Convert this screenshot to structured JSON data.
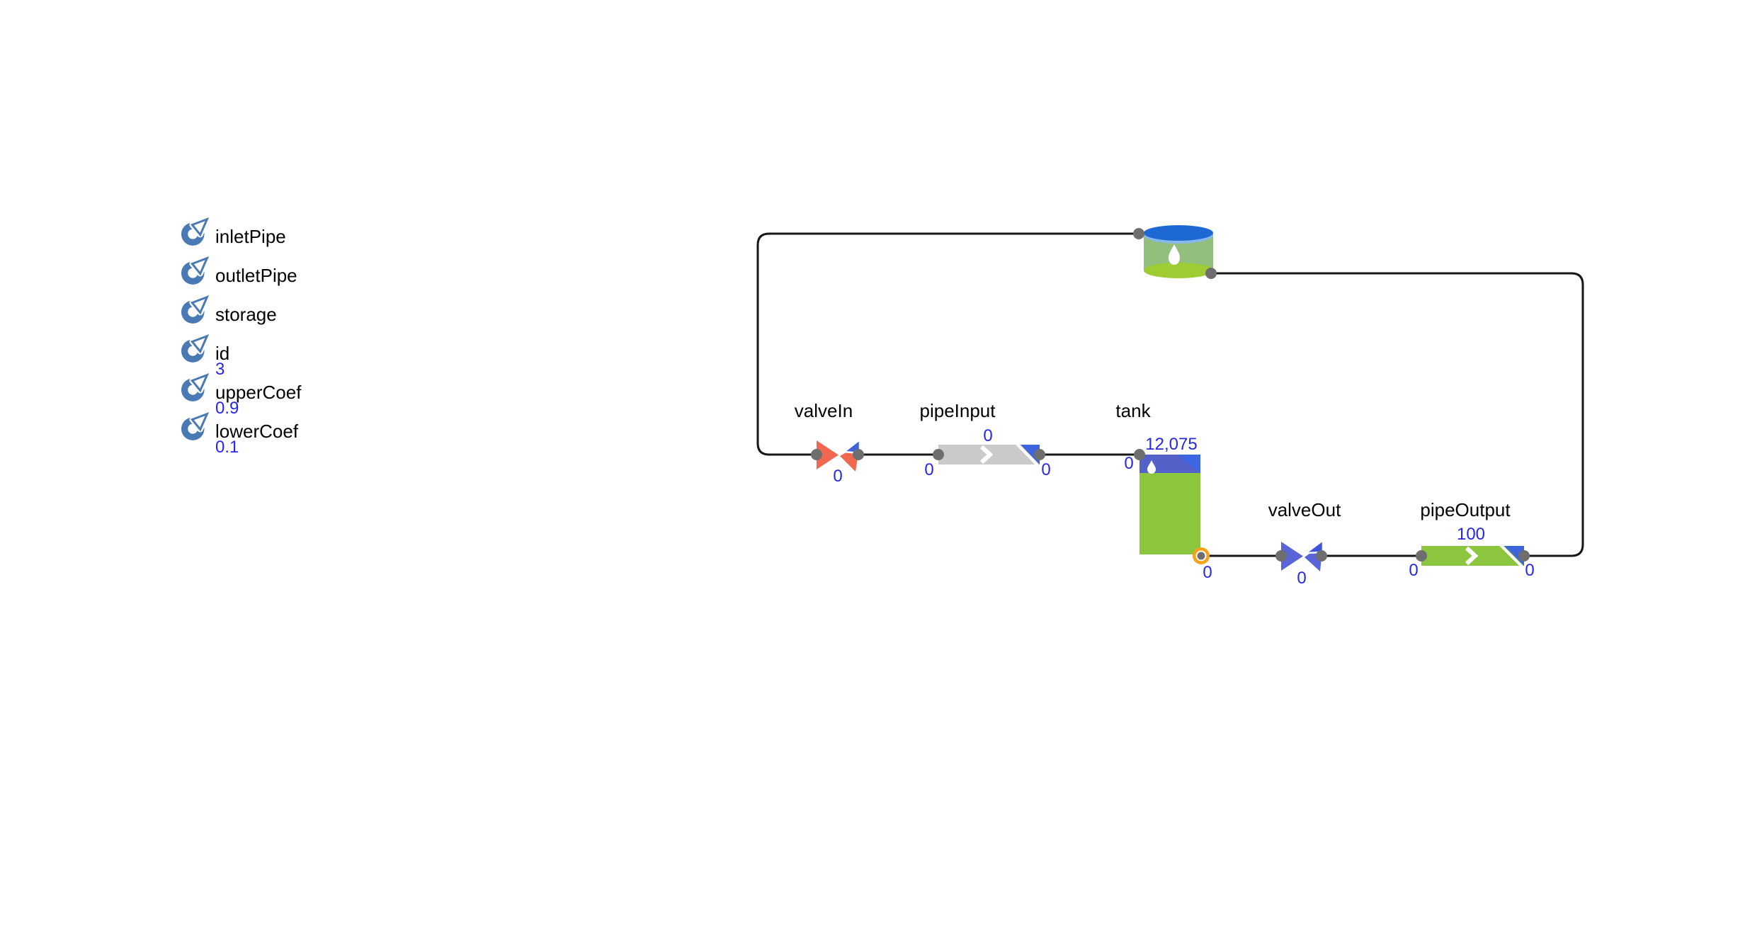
{
  "colors": {
    "value_text": "#2626ec",
    "label_text": "#000000",
    "connector": "#161616",
    "port": "#6e6e6e",
    "param_icon": "#4a7ab6",
    "valve_in_body": "#f2674f",
    "accent_blue": "#3d63dd",
    "valve_out_body": "#5964d6",
    "valve_out_accent": "#4153db",
    "pipe_gray": "#cacaca",
    "pipe_green": "#8cc63f",
    "tank_band": "#5361c9",
    "tank_band_accent": "#3d67e2",
    "tank_fill": "#8cc63c",
    "cyl_top": "#1d68d3",
    "cyl_top_edge": "#87b9ec",
    "cyl_body": "#92bf7b",
    "cyl_bottom": "#9ecd33",
    "highlight_orange": "#f6a21b"
  },
  "parameters": [
    {
      "name": "inletPipe"
    },
    {
      "name": "outletPipe"
    },
    {
      "name": "storage"
    },
    {
      "name": "id",
      "value": "3"
    },
    {
      "name": "upperCoef",
      "value": "0.9"
    },
    {
      "name": "lowerCoef",
      "value": "0.1"
    }
  ],
  "diagram": {
    "valve_in": {
      "label": "valveIn",
      "flow_value": "0"
    },
    "pipe_input": {
      "label": "pipeInput",
      "capacity_value": "0",
      "in_value": "0",
      "out_value": "0"
    },
    "tank": {
      "label": "tank",
      "amount": "12,075",
      "in_value": "0",
      "out_value": "0"
    },
    "valve_out": {
      "label": "valveOut",
      "flow_value": "0"
    },
    "pipe_output": {
      "label": "pipeOutput",
      "capacity_value": "100",
      "in_value": "0",
      "out_value": "0"
    }
  }
}
